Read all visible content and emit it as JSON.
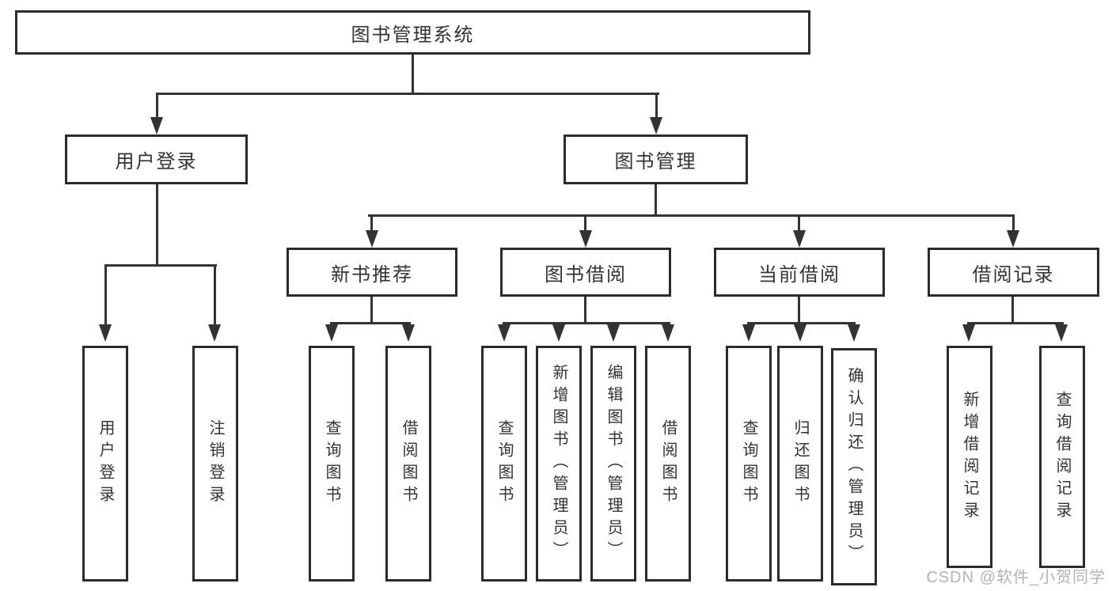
{
  "diagram": {
    "root": {
      "label": "图书管理系统"
    },
    "level2": {
      "user_login": "用户登录",
      "book_mgmt": "图书管理"
    },
    "level3": {
      "new_book_rec": "新书推荐",
      "book_borrow": "图书借阅",
      "current_borrow": "当前借阅",
      "borrow_records": "借阅记录"
    },
    "leaves": {
      "user_login": "用户登录",
      "logout": "注销登录",
      "rec_query": "查询图书",
      "rec_borrow": "借阅图书",
      "bb_query": "查询图书",
      "bb_add": "新增图书（管理员）",
      "bb_edit": "编辑图书（管理员）",
      "bb_borrow": "借阅图书",
      "cb_query": "查询图书",
      "cb_return": "归还图书",
      "cb_confirm": "确认归还（管理员）",
      "br_add": "新增借阅记录",
      "br_query": "查询借阅记录"
    },
    "watermark": "CSDN @软件_小贺同学",
    "colors": {
      "line": "#333333",
      "border": "#2b2b2b",
      "text": "#333333",
      "watermark": "#b3b3b3",
      "background": "#ffffff"
    }
  }
}
